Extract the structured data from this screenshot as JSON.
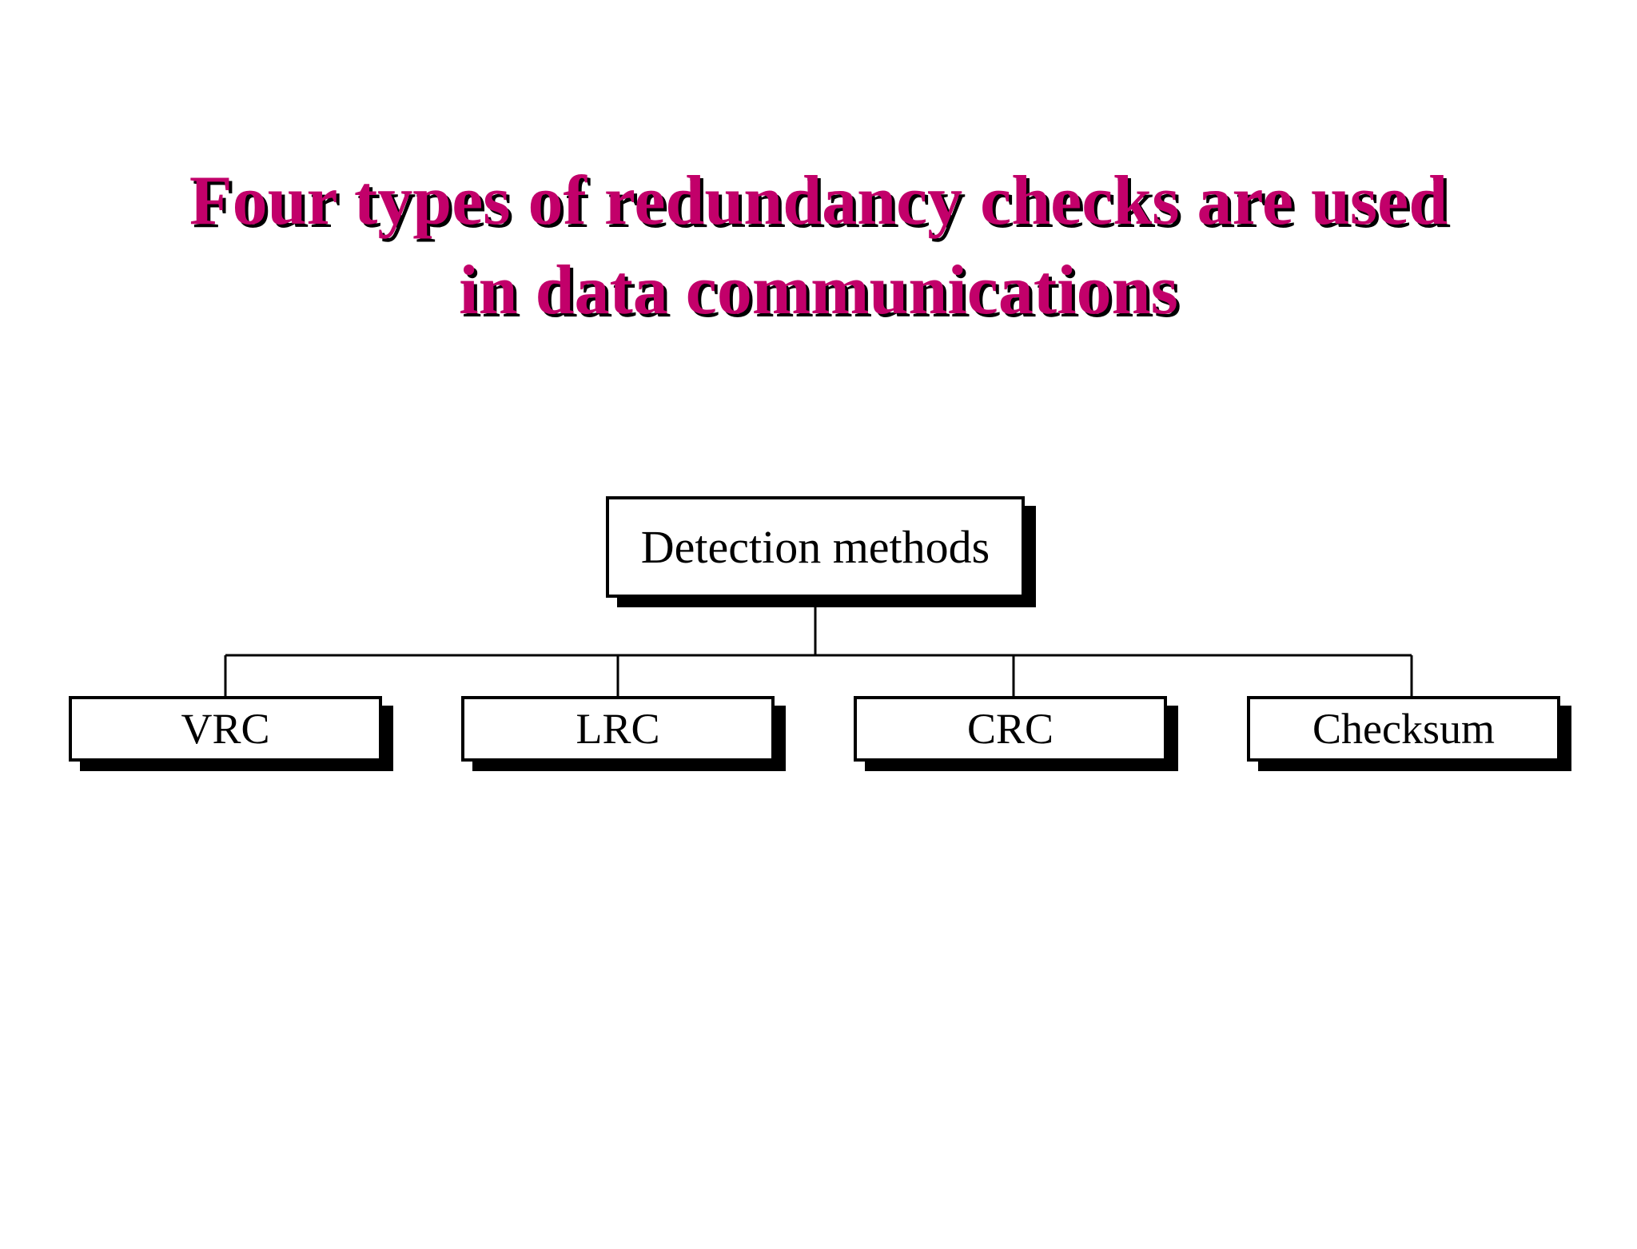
{
  "title": {
    "line1": "Four types of redundancy checks are used",
    "line2": "in data communications",
    "color": "#c2006a"
  },
  "diagram": {
    "root": "Detection methods",
    "children": [
      "VRC",
      "LRC",
      "CRC",
      "Checksum"
    ]
  }
}
